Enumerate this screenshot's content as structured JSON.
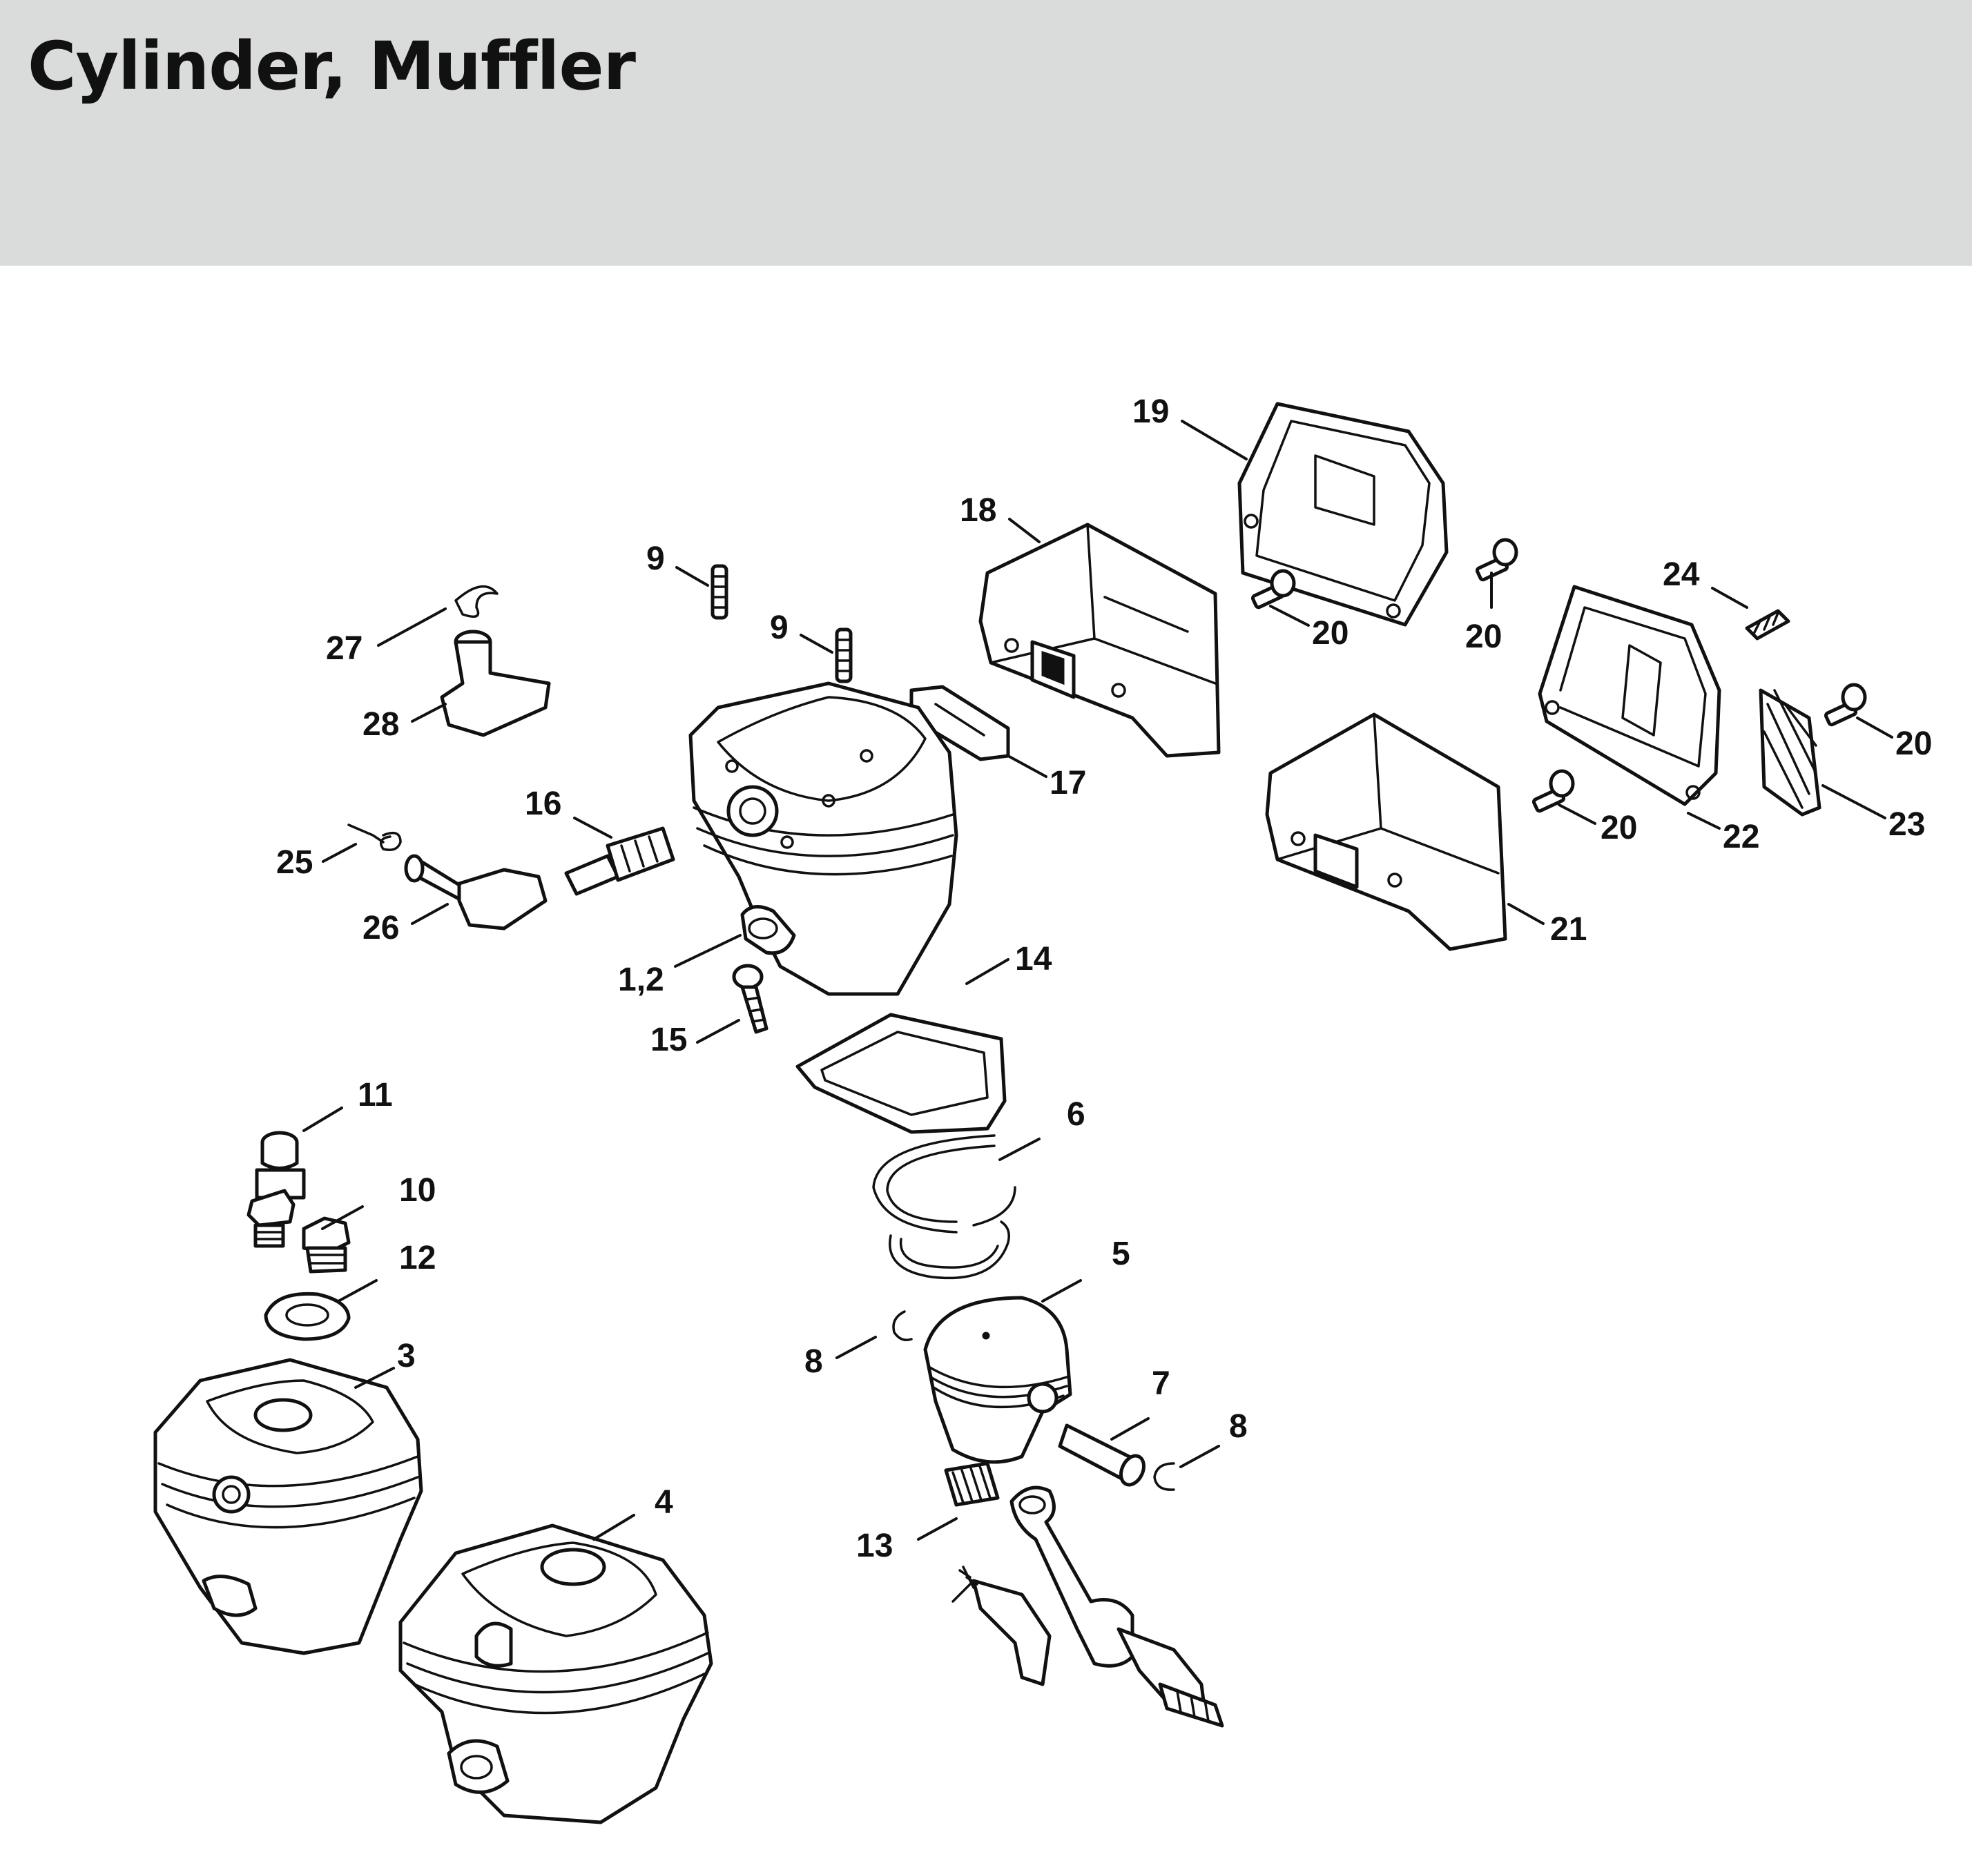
{
  "page": {
    "title": "Cylinder, Muffler"
  },
  "callouts": {
    "c_1_2": "1,2",
    "c_3": "3",
    "c_4": "4",
    "c_5": "5",
    "c_6": "6",
    "c_7": "7",
    "c_8a": "8",
    "c_8b": "8",
    "c_9a": "9",
    "c_9b": "9",
    "c_10": "10",
    "c_11": "11",
    "c_12": "12",
    "c_13": "13",
    "c_14": "14",
    "c_15": "15",
    "c_16": "16",
    "c_17": "17",
    "c_18": "18",
    "c_19": "19",
    "c_20a": "20",
    "c_20b": "20",
    "c_20c": "20",
    "c_20d": "20",
    "c_21": "21",
    "c_22": "22",
    "c_23": "23",
    "c_24": "24",
    "c_25": "25",
    "c_26": "26",
    "c_27": "27",
    "c_28": "28"
  }
}
